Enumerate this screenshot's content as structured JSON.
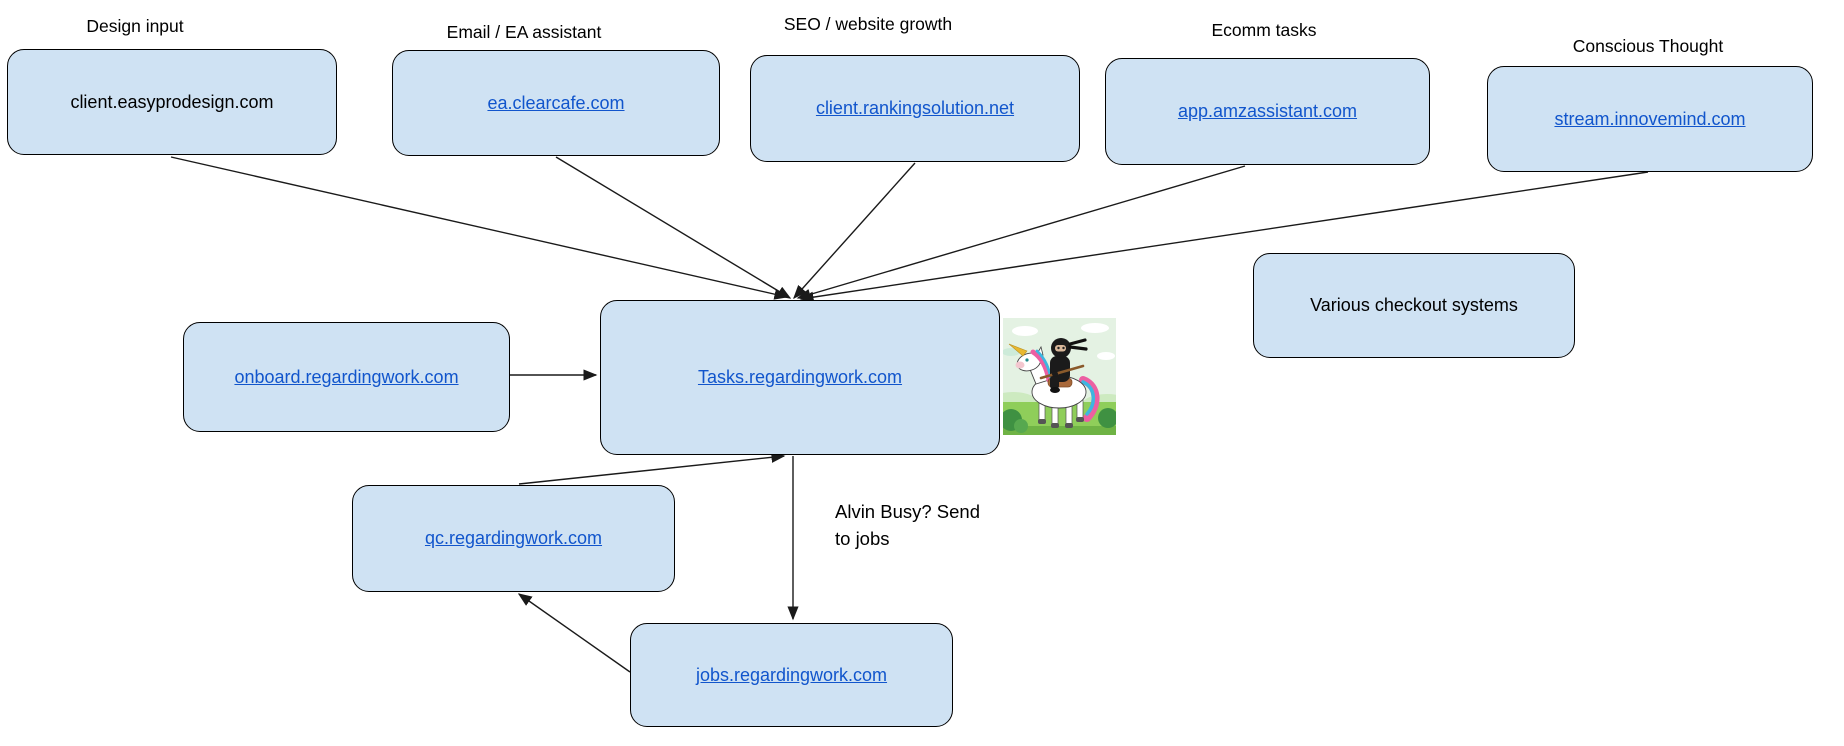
{
  "diagram": {
    "background": "#ffffff",
    "colors": {
      "node_fill": "#cfe2f3",
      "node_border": "#000000",
      "link_text": "#1155cc",
      "plain_text": "#000000",
      "connector": "#1a1a1a"
    },
    "top_groups": [
      {
        "label": "Design input",
        "node": "client.easyprodesign.com",
        "link": false
      },
      {
        "label": "Email / EA assistant",
        "node": "ea.clearcafe.com",
        "link": true
      },
      {
        "label": "SEO / website growth",
        "node": "client.rankingsolution.net",
        "link": true
      },
      {
        "label": "Ecomm tasks",
        "node": "app.amzassistant.com",
        "link": true
      },
      {
        "label": "Conscious Thought",
        "node": "stream.innovemind.com",
        "link": true
      }
    ],
    "nodes": {
      "onboard": {
        "text": "onboard.regardingwork.com",
        "link": true
      },
      "tasks": {
        "text": "Tasks.regardingwork.com",
        "link": true
      },
      "checkout": {
        "text": "Various checkout systems",
        "link": false
      },
      "qc": {
        "text": "qc.regardingwork.com",
        "link": true
      },
      "jobs": {
        "text": "jobs.regardingwork.com",
        "link": true
      }
    },
    "annotation": {
      "line1": "Alvin Busy? Send",
      "line2": "to jobs"
    },
    "edges": [
      "client.easyprodesign.com -> Tasks.regardingwork.com",
      "ea.clearcafe.com -> Tasks.regardingwork.com",
      "client.rankingsolution.net -> Tasks.regardingwork.com",
      "app.amzassistant.com -> Tasks.regardingwork.com",
      "stream.innovemind.com -> Tasks.regardingwork.com",
      "onboard.regardingwork.com -> Tasks.regardingwork.com",
      "qc.regardingwork.com -> Tasks.regardingwork.com",
      "Tasks.regardingwork.com -> jobs.regardingwork.com",
      "jobs.regardingwork.com -> qc.regardingwork.com"
    ],
    "image": {
      "name": "ninja-riding-unicorn"
    }
  }
}
